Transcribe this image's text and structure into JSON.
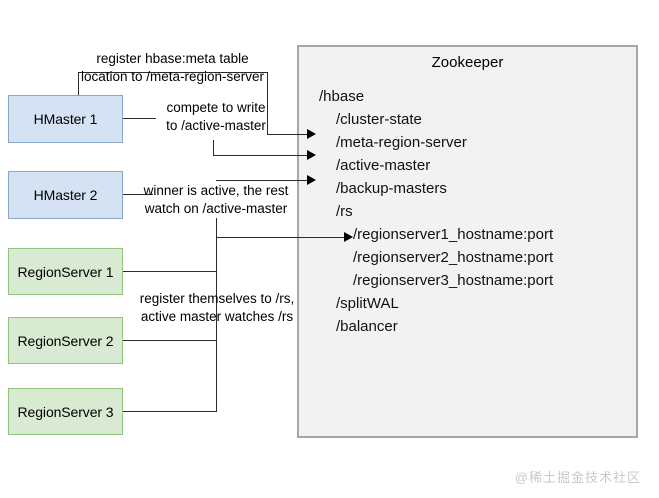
{
  "diagram": {
    "title": "HBase Zookeeper coordination diagram",
    "colors": {
      "master_fill": "#d4e2f4",
      "master_border": "#8aa8c6",
      "regionserver_fill": "#d9ead3",
      "regionserver_border": "#93c47d",
      "panel_fill": "#f2f2f2",
      "panel_border": "#a6a6a6",
      "line": "#2b2b2b",
      "watermark": "#c9c9c9"
    }
  },
  "nodes": {
    "masters": [
      {
        "label": "HMaster 1"
      },
      {
        "label": "HMaster 2"
      }
    ],
    "regionservers": [
      {
        "label": "RegionServer 1"
      },
      {
        "label": "RegionServer 2"
      },
      {
        "label": "RegionServer 3"
      }
    ]
  },
  "zookeeper": {
    "title": "Zookeeper",
    "tree": [
      {
        "label": "/hbase",
        "level": 0
      },
      {
        "label": "/cluster-state",
        "level": 1
      },
      {
        "label": "/meta-region-server",
        "level": 1
      },
      {
        "label": "/active-master",
        "level": 1
      },
      {
        "label": "/backup-masters",
        "level": 1
      },
      {
        "label": "/rs",
        "level": 1
      },
      {
        "label": "/regionserver1_hostname:port",
        "level": 2
      },
      {
        "label": "/regionserver2_hostname:port",
        "level": 2
      },
      {
        "label": "/regionserver3_hostname:port",
        "level": 2
      },
      {
        "label": "/splitWAL",
        "level": 1
      },
      {
        "label": "/balancer",
        "level": 1
      }
    ]
  },
  "annotations": {
    "meta_register": "register hbase:meta table\nlocation to /meta-region-server",
    "compete_write": "compete to write\nto /active-master",
    "winner_active": "winner is active, the rest\nwatch on /active-master",
    "register_rs": "register themselves to /rs,\nactive master watches /rs"
  },
  "watermark": {
    "text": "@稀土掘金技术社区"
  }
}
